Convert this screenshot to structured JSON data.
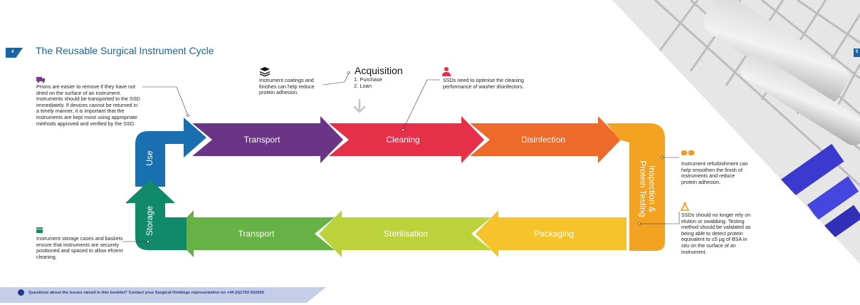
{
  "page": {
    "number": "4",
    "title": "The Reusable Surgical Instrument Cycle",
    "right_page_number": "5"
  },
  "acquisition": {
    "title": "Acquisition",
    "items": [
      "1. Purchase",
      "2. Loan"
    ]
  },
  "stages": {
    "use": "Use",
    "transport_top": "Transport",
    "cleaning": "Cleaning",
    "disinfection": "Disinfection",
    "inspection_line1": "Inspection &",
    "inspection_line2": "Protein Testing",
    "packaging": "Packaging",
    "sterilisation": "Sterilisation",
    "transport_bottom": "Transport",
    "storage": "Storage"
  },
  "notes": {
    "prions": "Prions are easier to remove if they have not dried on the surface of an instrument. Instruments should be transported to the SSD immediately. If devices cannot be returned in a timely manner, it is important that the instruments are kept moist using appropriate methods approved and verified by the SSD.",
    "coatings": "Instrument coatings and finishes can help reduce protein adhesion.",
    "ssd_cleaning": "SSDs need to optimise the cleaning performance of washer disinfectors.",
    "refurbishment": "Instrument refurbishment can help smoothen the finish of instruments and reduce protein adhesion.",
    "elution": "SSDs should no longer rely on elution or swabbing. Testing method should be validated as being able to detect protein equivalent to ≤5 µg of BSA in situ on the surface of an instrument.",
    "storage": "Instrument storage cases and baskets ensure that instruments are securely positioned and spaced to allow efcient cleaning."
  },
  "footer": {
    "text": "Questions about the issues raised in this booklet? Contact your Surgical Holdings representative on +44 (0)1702 602050"
  },
  "colors": {
    "title_blue": "#1565a8",
    "use": "#1a6fb0",
    "transport_top": "#6a3585",
    "cleaning": "#e6304a",
    "disinfection": "#ee6a2b",
    "inspection": "#f3a221",
    "packaging": "#f6c42a",
    "sterilisation": "#bcd23a",
    "transport_bottom": "#66b245",
    "storage": "#118a6a",
    "icon_purple": "#7a3a8c",
    "icon_red": "#e6304a",
    "icon_orange": "#f39c1a",
    "icon_green": "#1a8a5a"
  },
  "icons": {
    "prions": "truck-icon",
    "coatings": "layers-icon",
    "ssd_cleaning": "person-icon",
    "refurbishment": "glasses-icon",
    "elution": "flask-icon",
    "storage": "storage-box-icon",
    "acquisition_arrow": "down-arrow-icon",
    "footer": "chat-bubble-icon"
  }
}
